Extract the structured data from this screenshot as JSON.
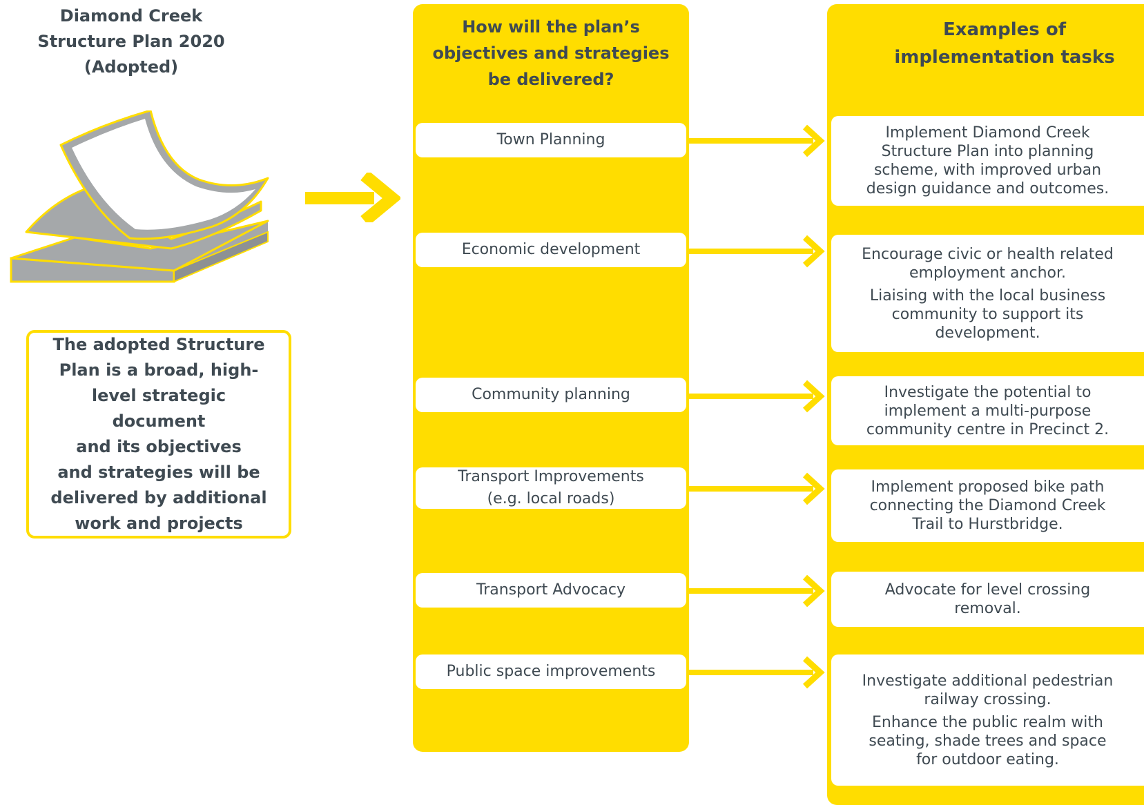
{
  "left": {
    "title": "Diamond Creek\nStructure Plan 2020\n(Adopted)",
    "summary": "The adopted Structure\nPlan is a broad, high-\nlevel strategic document\nand its objectives\nand strategies will be\ndelivered by additional\nwork and projects"
  },
  "middle": {
    "title": "How will the plan’s\nobjectives and strategies\nbe delivered?",
    "items": [
      {
        "label": "Town Planning"
      },
      {
        "label": "Economic development"
      },
      {
        "label": "Community planning"
      },
      {
        "label": "Transport Improvements\n(e.g. local roads)"
      },
      {
        "label": "Transport Advocacy"
      },
      {
        "label": "Public space improvements"
      }
    ]
  },
  "right": {
    "title": "Examples of\nimplementation tasks",
    "items": [
      {
        "paragraphs": [
          "Implement Diamond Creek\nStructure Plan into planning\nscheme, with improved urban\ndesign guidance and outcomes."
        ]
      },
      {
        "paragraphs": [
          "Encourage civic or health related\nemployment anchor.",
          "Liaising with the local business\ncommunity to support its\ndevelopment."
        ]
      },
      {
        "paragraphs": [
          "Investigate the potential to\nimplement a multi-purpose\ncommunity centre in Precinct 2."
        ]
      },
      {
        "paragraphs": [
          "Implement proposed bike path\nconnecting the Diamond Creek\nTrail to Hurstbridge."
        ]
      },
      {
        "paragraphs": [
          "Advocate for level crossing\nremoval."
        ]
      },
      {
        "paragraphs": [
          "Investigate additional pedestrian\nrailway crossing.",
          "Enhance the public realm with\nseating, shade trees and space\nfor outdoor eating."
        ]
      }
    ]
  },
  "colors": {
    "accent": "#ffdd00",
    "text": "#3f4a52",
    "document_gray": "#a5a8aa"
  },
  "icons": {
    "document": "document-stack-icon",
    "flow_arrow": "arrow-right-icon"
  }
}
